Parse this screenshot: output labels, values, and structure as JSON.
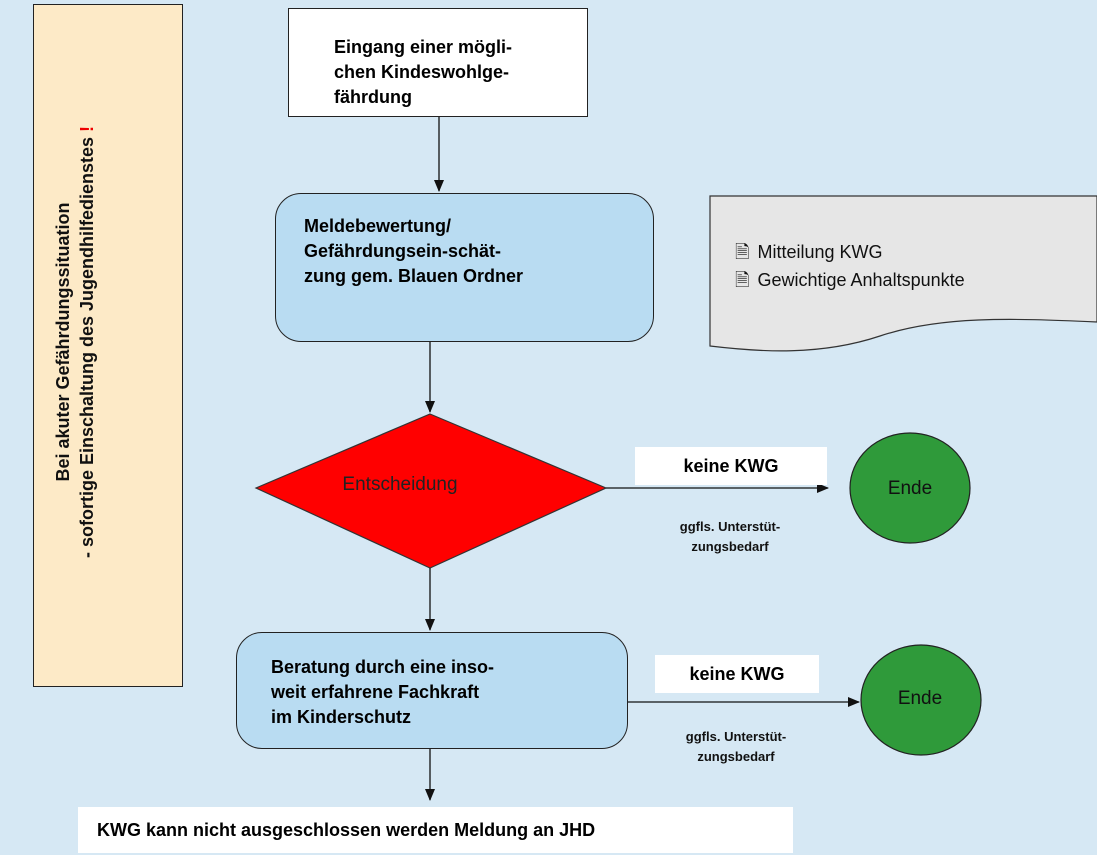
{
  "side_panel": {
    "line1": "Bei akuter Gefährdungssituation",
    "line2": "- sofortige Einschaltung des Jugendhilfedienstes",
    "exclamation": "!"
  },
  "start": {
    "line1": "Eingang einer mögli-",
    "line2": "chen Kindeswohlge-",
    "line3": "fährdung"
  },
  "assessment": {
    "line1": "Meldebewertung/",
    "line2": "Gefährdungsein-schät-",
    "line3": "zung gem. Blauen Ordner"
  },
  "note": {
    "icon": "document-icon",
    "items": [
      "Mitteilung KWG",
      "Gewichtige Anhaltspunkte"
    ]
  },
  "decision": {
    "label": "Entscheidung"
  },
  "branch1": {
    "label": "keine KWG",
    "sub_line1": "ggfls. Unterstüt-",
    "sub_line2": "zungsbedarf",
    "end": "Ende"
  },
  "consultation": {
    "line1": "Beratung durch eine inso-",
    "line2": "weit erfahrene Fachkraft",
    "line3": "im Kinderschutz"
  },
  "branch2": {
    "label": "keine KWG",
    "sub_line1": "ggfls. Unterstüt-",
    "sub_line2": "zungsbedarf",
    "end": "Ende"
  },
  "bottom": {
    "text": "KWG kann nicht ausgeschlossen werden Meldung an JHD"
  },
  "colors": {
    "background": "#d6e8f4",
    "side_panel": "#fdeac7",
    "process_box": "#b9dcf2",
    "decision": "#ff0000",
    "end": "#2f9a3a",
    "note": "#e6e6e6"
  }
}
